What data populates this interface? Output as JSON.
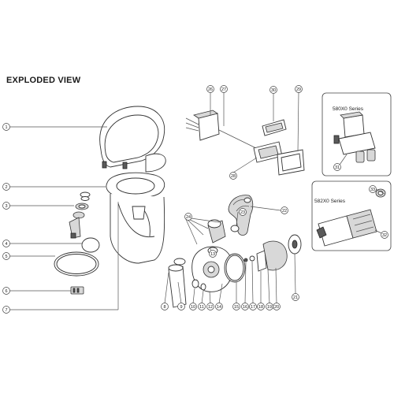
{
  "title": "EXPLODED VIEW",
  "series": {
    "top": "580X0 Series",
    "bottom": "582X0 Series"
  },
  "callouts": [
    {
      "id": "c1",
      "label": "1"
    },
    {
      "id": "c2",
      "label": "2"
    },
    {
      "id": "c3",
      "label": "3"
    },
    {
      "id": "c4",
      "label": "4"
    },
    {
      "id": "c5",
      "label": "5"
    },
    {
      "id": "c6",
      "label": "6"
    },
    {
      "id": "c7",
      "label": "7"
    },
    {
      "id": "c8",
      "label": "8"
    },
    {
      "id": "c9",
      "label": "9"
    },
    {
      "id": "c10",
      "label": "10"
    },
    {
      "id": "c11",
      "label": "11"
    },
    {
      "id": "c12",
      "label": "12"
    },
    {
      "id": "c13",
      "label": "13"
    },
    {
      "id": "c14",
      "label": "14"
    },
    {
      "id": "c15",
      "label": "15"
    },
    {
      "id": "c16",
      "label": "16"
    },
    {
      "id": "c17",
      "label": "17"
    },
    {
      "id": "c18",
      "label": "18"
    },
    {
      "id": "c19",
      "label": "19"
    },
    {
      "id": "c20",
      "label": "20"
    },
    {
      "id": "c21",
      "label": "21"
    },
    {
      "id": "c22",
      "label": "22"
    },
    {
      "id": "c23",
      "label": "23"
    },
    {
      "id": "c24",
      "label": "24"
    },
    {
      "id": "c26",
      "label": "26"
    },
    {
      "id": "c27",
      "label": "27"
    },
    {
      "id": "c28",
      "label": "28"
    },
    {
      "id": "c29",
      "label": "29"
    },
    {
      "id": "c30",
      "label": "30"
    },
    {
      "id": "c31",
      "label": "31"
    },
    {
      "id": "c32",
      "label": "32"
    },
    {
      "id": "c33",
      "label": "33"
    }
  ]
}
